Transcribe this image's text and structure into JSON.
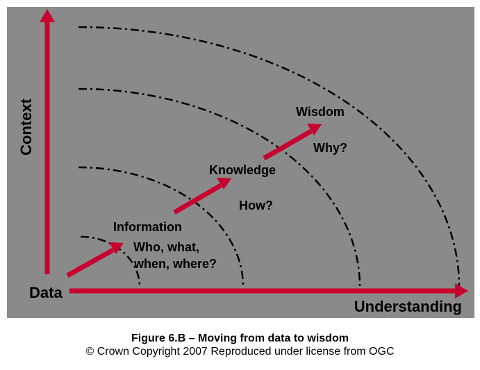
{
  "diagram": {
    "axis_y_label": "Context",
    "axis_x_label": "Understanding",
    "origin_label": "Data",
    "stages": [
      {
        "name": "Information",
        "question": [
          "Who, what,",
          "when, where?"
        ]
      },
      {
        "name": "Knowledge",
        "question": [
          "How?"
        ]
      },
      {
        "name": "Wisdom",
        "question": [
          "Why?"
        ]
      }
    ]
  },
  "caption": {
    "title": "Figure 6.B – Moving from data to wisdom",
    "copyright": "© Crown Copyright 2007 Reproduced under license from OGC"
  },
  "colors": {
    "background": "#8a8a8a",
    "arrow": "#c8002d",
    "text": "#000000"
  }
}
